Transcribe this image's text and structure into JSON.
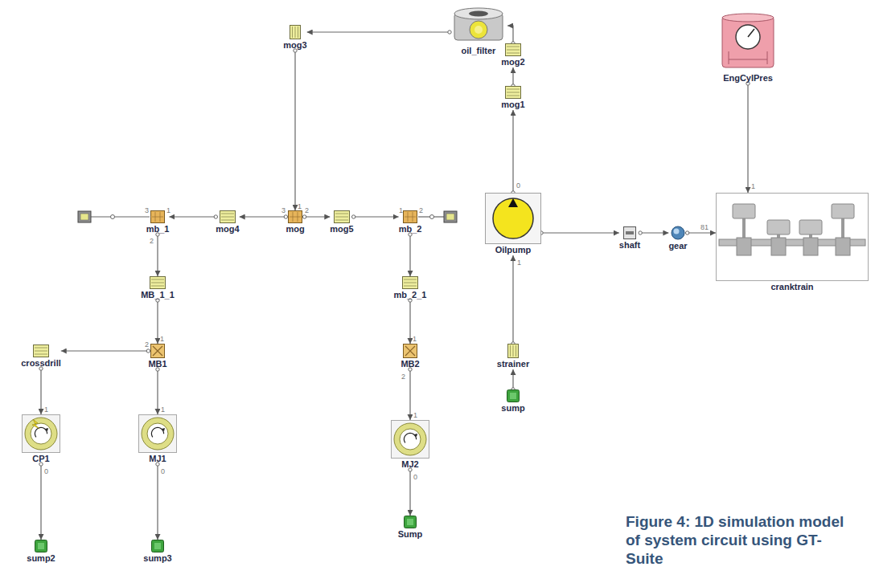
{
  "diagram": {
    "caption": "Figure 4: 1D simulation model of system circuit using GT-Suite",
    "nodes": [
      {
        "text": [
          "mog3"
        ]
      },
      {
        "text": [
          "oil_filter"
        ]
      },
      {
        "text": [
          "mog2"
        ]
      },
      {
        "text": [
          "EngCylPres"
        ]
      },
      {
        "text": [
          "mog1"
        ]
      },
      {
        "text": [
          "mb_1"
        ]
      },
      {
        "text": [
          "mog4"
        ]
      },
      {
        "text": [
          "mog"
        ]
      },
      {
        "text": [
          "mog5"
        ]
      },
      {
        "text": [
          "mb_2"
        ]
      },
      {
        "text": [
          "Oilpump"
        ]
      },
      {
        "text": [
          "shaft"
        ]
      },
      {
        "text": [
          "gear"
        ]
      },
      {
        "text": [
          "cranktrain"
        ]
      },
      {
        "text": [
          "MB_1_1"
        ]
      },
      {
        "text": [
          "mb_2_1"
        ]
      },
      {
        "text": [
          "crossdrill"
        ]
      },
      {
        "text": [
          "MB1"
        ]
      },
      {
        "text": [
          "MB2"
        ]
      },
      {
        "text": [
          "strainer"
        ]
      },
      {
        "text": [
          "sump"
        ]
      },
      {
        "text": [
          "CP1"
        ]
      },
      {
        "text": [
          "MJ1"
        ]
      },
      {
        "text": [
          "MJ2"
        ]
      },
      {
        "text": [
          "sump2"
        ]
      },
      {
        "text": [
          "sump3"
        ]
      },
      {
        "text": [
          "Sump"
        ]
      }
    ],
    "edges": [
      {
        "from": 20,
        "to": 19,
        "arrow": "to"
      },
      {
        "from": 19,
        "to": 10,
        "arrow": "to"
      },
      {
        "from": 10,
        "to": 4,
        "arrow": "to"
      },
      {
        "from": 4,
        "to": 2,
        "arrow": "to"
      },
      {
        "from": 2,
        "to": 1,
        "arrow": "to"
      },
      {
        "from": 1,
        "to": 0,
        "arrow": "to"
      },
      {
        "from": 0,
        "to": 7,
        "arrow": "to"
      },
      {
        "from": 7,
        "to": 6,
        "arrow": "to"
      },
      {
        "from": 6,
        "to": 5,
        "arrow": "to"
      },
      {
        "from": 7,
        "to": 8,
        "arrow": "to"
      },
      {
        "from": 8,
        "to": 9,
        "arrow": "to"
      },
      {
        "from": 5,
        "to": 14,
        "arrow": "to"
      },
      {
        "from": 14,
        "to": 17,
        "arrow": "to"
      },
      {
        "from": 17,
        "to": 22,
        "arrow": "to"
      },
      {
        "from": 22,
        "to": 25,
        "arrow": "to"
      },
      {
        "from": 17,
        "to": 16,
        "arrow": "to"
      },
      {
        "from": 16,
        "to": 21,
        "arrow": "to"
      },
      {
        "from": 21,
        "to": 24,
        "arrow": "to"
      },
      {
        "from": 9,
        "to": 15,
        "arrow": "to"
      },
      {
        "from": 15,
        "to": 18,
        "arrow": "to"
      },
      {
        "from": 18,
        "to": 23,
        "arrow": "to"
      },
      {
        "from": 23,
        "to": 26,
        "arrow": "to"
      },
      {
        "from": 10,
        "to": 11,
        "arrow": "to"
      },
      {
        "from": 11,
        "to": 12,
        "arrow": "to"
      },
      {
        "from": 12,
        "to": 13,
        "arrow": "to"
      },
      {
        "from": 3,
        "to": 13,
        "arrow": "to"
      }
    ],
    "labels": [
      "3",
      "1",
      "2",
      "3",
      "1",
      "2",
      "1",
      "2",
      "2",
      "1",
      "1",
      "2",
      "1",
      "0",
      "1",
      "0",
      "1",
      "0",
      "0",
      "1",
      "1",
      "81"
    ]
  }
}
